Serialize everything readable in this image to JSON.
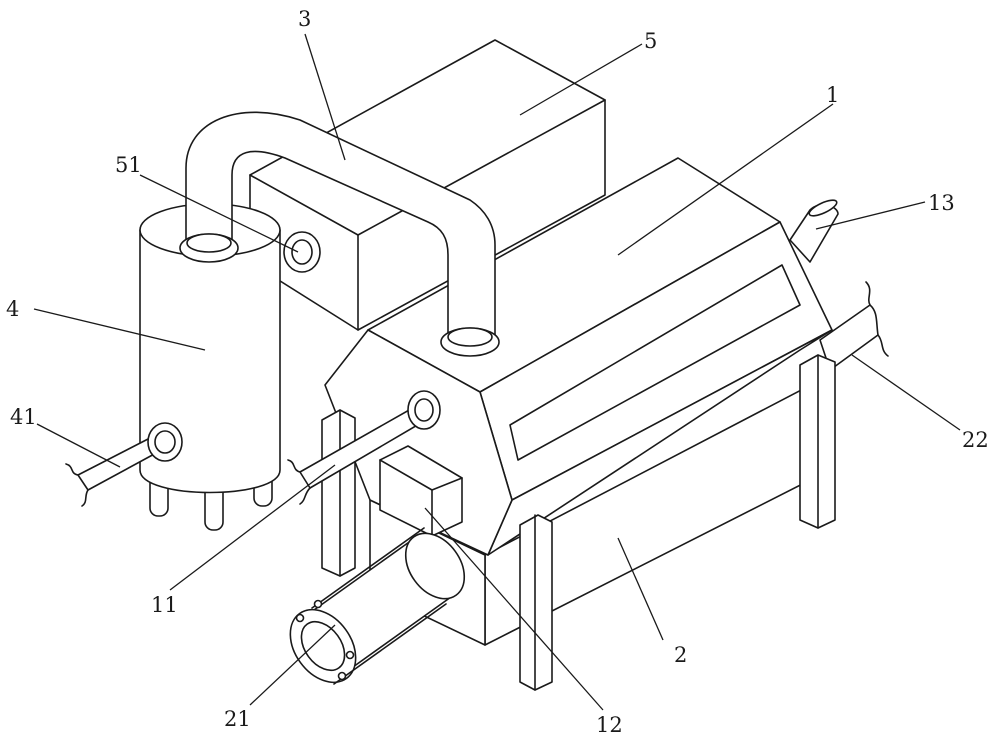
{
  "labels": {
    "l1": "1",
    "l2": "2",
    "l3": "3",
    "l4": "4",
    "l5": "5",
    "l11": "11",
    "l12": "12",
    "l13": "13",
    "l21": "21",
    "l22": "22",
    "l41": "41",
    "l51": "51"
  }
}
